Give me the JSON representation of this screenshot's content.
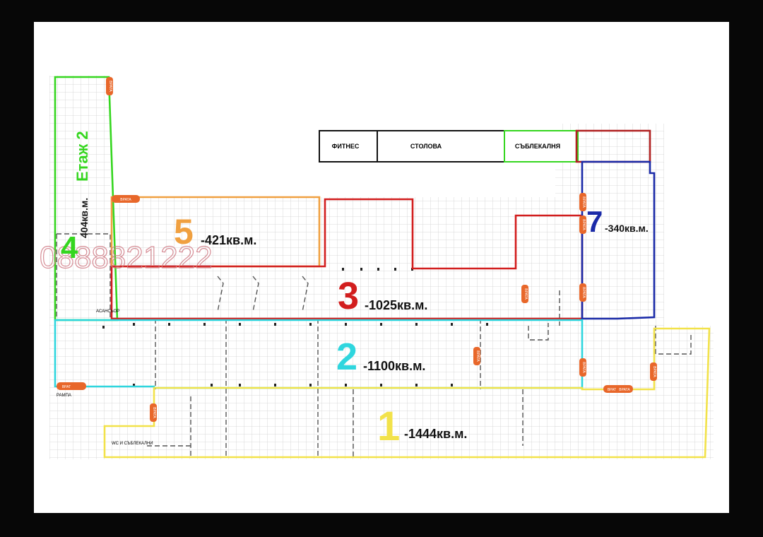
{
  "colors": {
    "background_outer": "#070707",
    "paper": "#ffffff",
    "grid": "#cfcfcf",
    "zone1": "#f2e24a",
    "zone2": "#2fd6de",
    "zone3": "#d21e1e",
    "zone4": "#35d61f",
    "zone5": "#f0a040",
    "zone7": "#1a2aa8",
    "gate": "#e8672a",
    "watermark": "#d07a84"
  },
  "rooms": {
    "fitness": "ФИТНЕС",
    "canteen": "СТОЛОВА",
    "locker": "СЪБЛЕКАЛНЯ"
  },
  "zones": [
    {
      "number": "1",
      "area": "-1444кв.м."
    },
    {
      "number": "2",
      "area": "-1100кв.м."
    },
    {
      "number": "3",
      "area": "-1025кв.м."
    },
    {
      "number": "4",
      "area": "404кв.м."
    },
    {
      "number": "5",
      "area": "-421кв.м."
    },
    {
      "number": "7",
      "area": "-340кв.м."
    }
  ],
  "floor_label": "Етаж 2",
  "small_labels": {
    "elevator": "АСАНСЬОР",
    "ramp": "РАМПА",
    "wc": "WC И СЪБЛЕКАЛНИ"
  },
  "gate_label": "ВРАТА",
  "gate_label_short": "ВРАТ",
  "watermark": "0888821222"
}
